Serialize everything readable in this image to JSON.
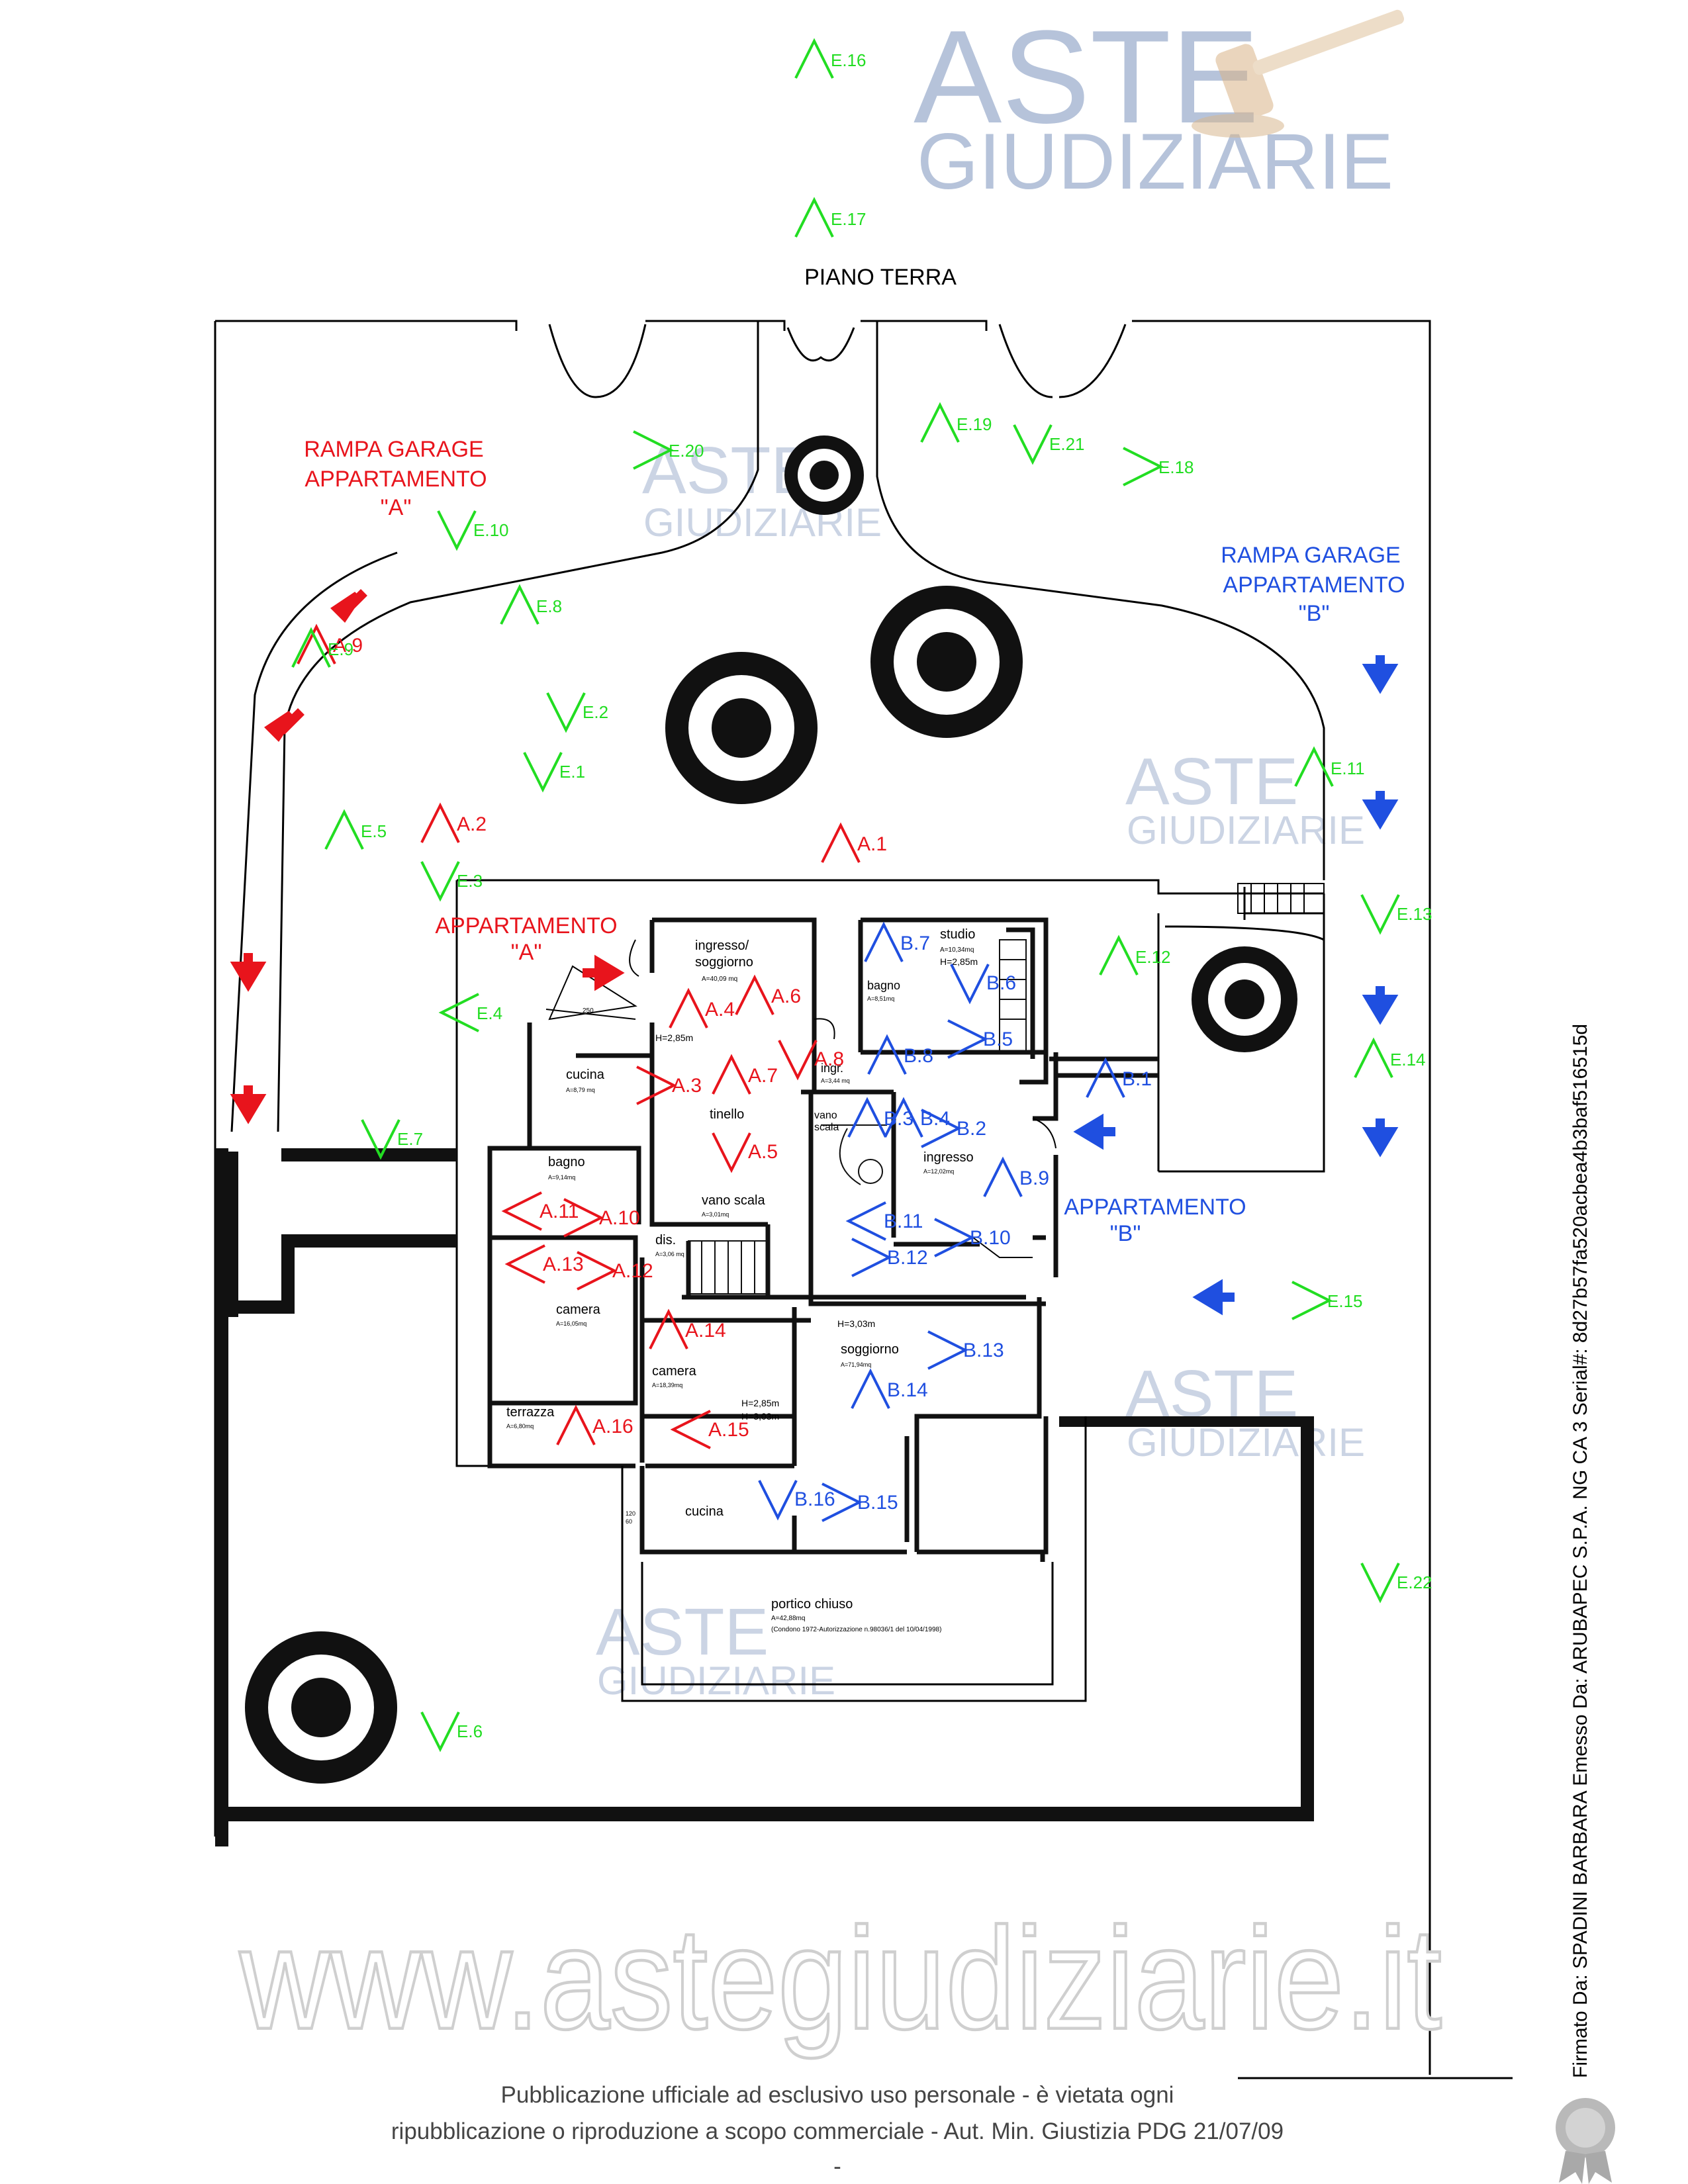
{
  "title": "PIANO TERRA",
  "watermark": {
    "brand_line1": "ASTE",
    "brand_line2": "GIUDIZIARIE",
    "url": "www.astegiudiziarie.it"
  },
  "footer": {
    "line1": "Pubblicazione ufficiale ad esclusivo uso personale - è vietata ogni",
    "line2": "ripubblicazione o riproduzione a scopo commerciale - Aut. Min. Giustizia PDG 21/07/09",
    "line3": "-"
  },
  "signature": "Firmato Da: SPADINI BARBARA Emesso Da: ARUBAPEC S.P.A. NG CA 3 Serial#: 8d27b57fa520acbea4b3baf516515d",
  "colors": {
    "red": "#e8141c",
    "blue": "#1f4fe0",
    "green": "#22dd22",
    "wall": "#111111",
    "watermark": "#aebad0"
  },
  "labels": {
    "rampa_a": [
      "RAMPA GARAGE",
      "APPARTAMENTO",
      "\"A\""
    ],
    "rampa_b": [
      "RAMPA GARAGE",
      "APPARTAMENTO",
      "\"B\""
    ],
    "appartamento_a": [
      "APPARTAMENTO",
      "\"A\""
    ],
    "appartamento_b": [
      "APPARTAMENTO",
      "\"B\""
    ]
  },
  "rooms": [
    {
      "name": "ingresso/",
      "name2": "soggiorno",
      "area": "A=40,09 mq"
    },
    {
      "name": "studio",
      "area": "A=10,34mq",
      "height": "H=2,85m"
    },
    {
      "name": "bagno",
      "area": "A=8,51mq"
    },
    {
      "name": "ingr.",
      "area": "A=3,44 mq"
    },
    {
      "name": "cucina",
      "area": "A=8,79 mq"
    },
    {
      "name": "tinello"
    },
    {
      "name": "bagno",
      "area": "A=9,14mq"
    },
    {
      "name": "vano scala",
      "area": "A=3,01mq"
    },
    {
      "name": "dis.",
      "area": "A=3,06 mq"
    },
    {
      "name": "camera",
      "area": "A=16,05mq"
    },
    {
      "name": "camera",
      "area": "A=18,39mq"
    },
    {
      "name": "terrazza",
      "area": "A=6,80mq"
    },
    {
      "name": "soggiorno",
      "area": "A=71,94mq"
    },
    {
      "name": "ingresso",
      "area": "A=12,02mq"
    },
    {
      "name": "vano",
      "name2": "scala"
    },
    {
      "name": "cucina"
    },
    {
      "name": "portico chiuso",
      "area": "A=42,88mq",
      "note": "(Condono 1972-Autorizzazione n.98036/1 del 10/04/1998)"
    }
  ],
  "heights": [
    "H=2,85m",
    "H=3,03m",
    "H=2,85m",
    "H=3,03m"
  ],
  "small_numbers": [
    "250",
    "120",
    "60"
  ],
  "markers": {
    "red": [
      "A.1",
      "A.2",
      "A.3",
      "A.4",
      "A.5",
      "A.6",
      "A.7",
      "A.8",
      "A.9",
      "A.10",
      "A.11",
      "A.12",
      "A.13",
      "A.14",
      "A.15",
      "A.16"
    ],
    "blue": [
      "B.1",
      "B.2",
      "B.3",
      "B.4",
      "B.5",
      "B.6",
      "B.7",
      "B.8",
      "B.9",
      "B.10",
      "B.11",
      "B.12",
      "B.13",
      "B.14",
      "B.15",
      "B.16"
    ],
    "green": [
      "E.1",
      "E.2",
      "E.3",
      "E.4",
      "E.5",
      "E.6",
      "E.7",
      "E.8",
      "E.9",
      "E.10",
      "E.11",
      "E.12",
      "E.13",
      "E.14",
      "E.15",
      "E.16",
      "E.17",
      "E.18",
      "E.19",
      "E.20",
      "E.21",
      "E.22"
    ]
  }
}
